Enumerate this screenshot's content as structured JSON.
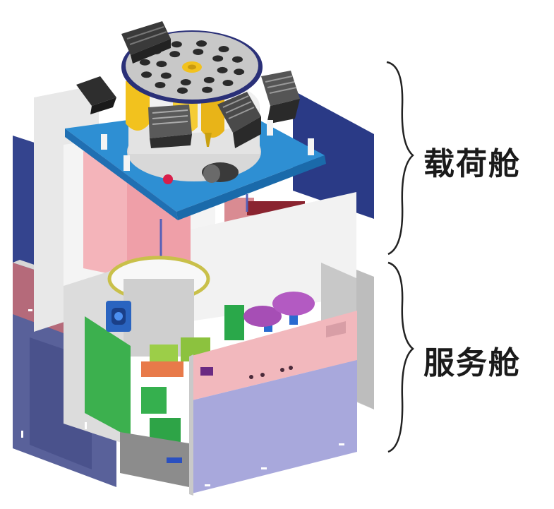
{
  "labels": {
    "payload_module": "载荷舱",
    "service_module": "服务舱"
  },
  "colors": {
    "panel_blue": "#3a4a9c",
    "top_deck": "#2a8ccf",
    "pink": "#f2b8bd",
    "lavender": "#a8a8dc",
    "green": "#2aa84a",
    "lime": "#9cce48",
    "gold": "#f2c21e",
    "purple": "#a055b4",
    "white_panel": "#ececec",
    "dark_box": "#3a3a3a"
  },
  "icons": [
    "payload-disk",
    "camera-box",
    "brace"
  ]
}
